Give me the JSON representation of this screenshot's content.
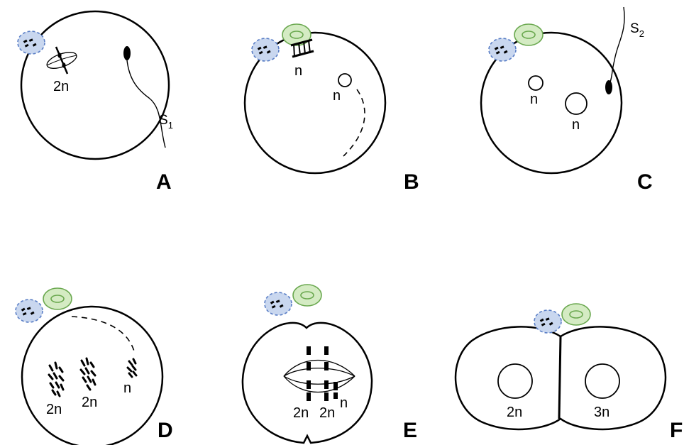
{
  "panels": [
    {
      "id": "A",
      "letter": "A",
      "labels": [
        "2n"
      ],
      "sperm": {
        "name": "S",
        "sub": "1"
      }
    },
    {
      "id": "B",
      "letter": "B",
      "labels": [
        "n",
        "n"
      ]
    },
    {
      "id": "C",
      "letter": "C",
      "labels": [
        "n",
        "n"
      ],
      "sperm": {
        "name": "S",
        "sub": "2"
      }
    },
    {
      "id": "D",
      "letter": "D",
      "labels": [
        "2n",
        "2n",
        "n"
      ]
    },
    {
      "id": "E",
      "letter": "E",
      "labels": [
        "2n",
        "2n",
        "n"
      ]
    },
    {
      "id": "F",
      "letter": "F",
      "labels": [
        "2n",
        "3n"
      ]
    }
  ],
  "colors": {
    "polar_body_1_fill": "#c9d7ef",
    "polar_body_1_stroke": "#5b7fc6",
    "polar_body_2_fill": "#d4ebc3",
    "polar_body_2_stroke": "#6aa84f"
  }
}
